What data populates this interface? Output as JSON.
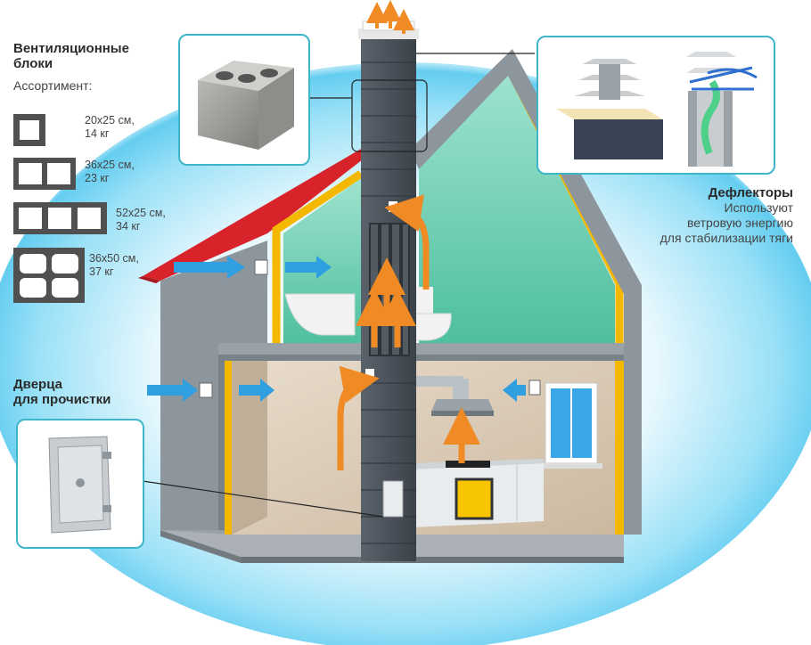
{
  "blocks": {
    "title_line1": "Вентиляционные",
    "title_line2": "блоки",
    "subtitle": "Ассортимент:",
    "items": [
      {
        "size": "20x25 см,",
        "weight": "14 кг"
      },
      {
        "size": "36x25 см,",
        "weight": "23 кг"
      },
      {
        "size": "52x25 см,",
        "weight": "34 кг"
      },
      {
        "size": "36x50 см,",
        "weight": "37 кг"
      }
    ]
  },
  "door": {
    "title_line1": "Дверца",
    "title_line2": "для прочистки"
  },
  "deflectors": {
    "title": "Дефлекторы",
    "line1": "Используют",
    "line2": "ветровую энергию",
    "line3": "для стабилизации тяги"
  },
  "colors": {
    "glow": "#7fd6f2",
    "wall_gray": "#8e969d",
    "roof_red": "#d9232a",
    "insulation_yellow": "#f5b800",
    "attic_green": "#6fcfb5",
    "room_beige": "#d9cbb8",
    "chimney": "#4b535c",
    "arrow_orange": "#f08a24",
    "arrow_blue": "#2f9fe0",
    "card_border": "#3fb5c9"
  }
}
